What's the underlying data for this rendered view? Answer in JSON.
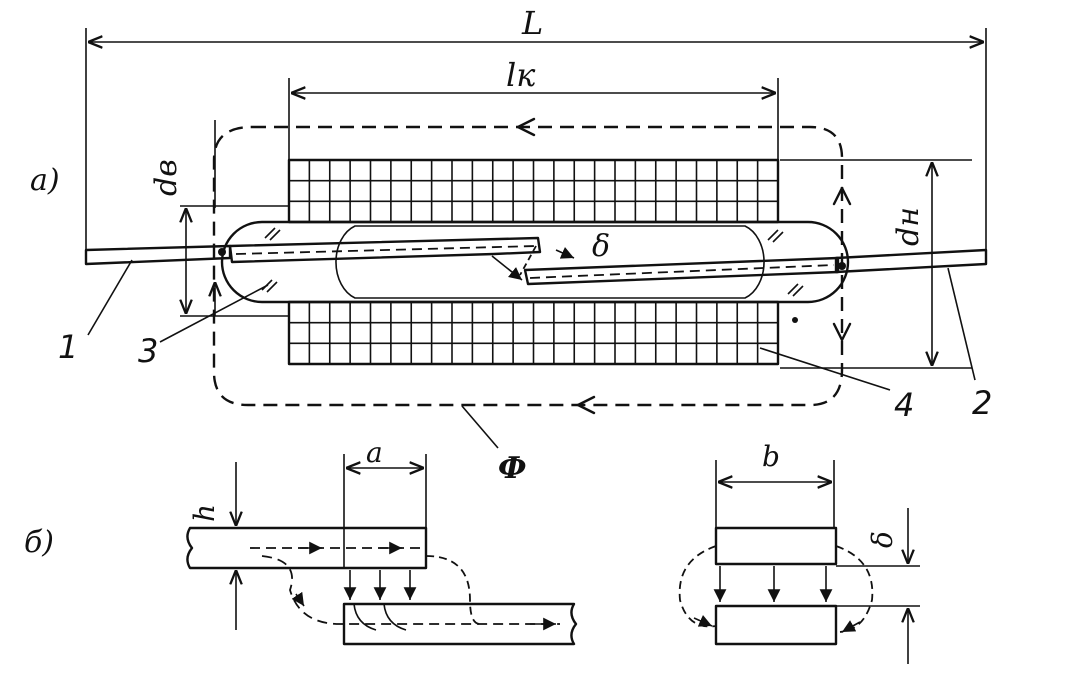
{
  "labels": {
    "part_a": "а)",
    "part_b": "б)",
    "L": "L",
    "lk": "lк",
    "dv": "dв",
    "dn": "dн",
    "delta": "δ",
    "flux": "Ф",
    "a": "a",
    "b": "b",
    "h": "h",
    "n1": "1",
    "n2": "2",
    "n3": "3",
    "n4": "4"
  }
}
